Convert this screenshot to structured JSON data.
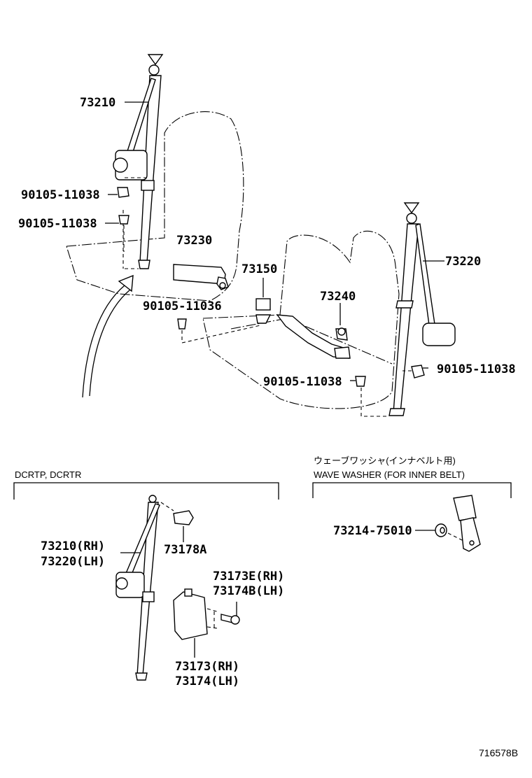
{
  "callouts": {
    "c73210": "73210",
    "c90105_11038_a": "90105-11038",
    "c90105_11038_b": "90105-11038",
    "c73230": "73230",
    "c73150": "73150",
    "c90105_11036": "90105-11036",
    "c73240": "73240",
    "c73220": "73220",
    "c90105_11038_c": "90105-11038",
    "c90105_11038_d": "90105-11038"
  },
  "variant_box": {
    "heading": "DCRTP, DCRTR",
    "c73210_rh": "73210(RH)",
    "c73220_lh": "73220(LH)",
    "c73178a": "73178A",
    "c73173e_rh": "73173E(RH)",
    "c73174b_lh": "73174B(LH)",
    "c73173_rh": "73173(RH)",
    "c73174_lh": "73174(LH)"
  },
  "washer_box": {
    "heading_jp": "ウェーブワッシャ(インナベルト用)",
    "heading_en": "WAVE WASHER (FOR INNER BELT)",
    "c73214_75010": "73214-75010"
  },
  "drawing_ref": "716578B"
}
